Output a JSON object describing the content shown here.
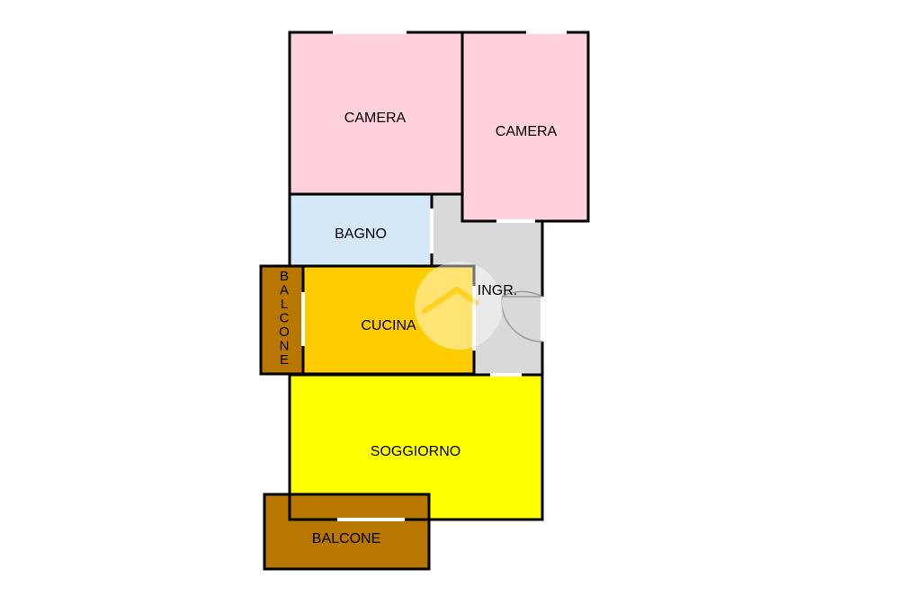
{
  "colors": {
    "camera": "#ffd1dc",
    "bagno": "#d5e8f8",
    "ingresso": "#d9d9d9",
    "cucina": "#ffcc00",
    "soggiorno": "#ffff00",
    "balcone": "#b87800",
    "wall": "#000000"
  },
  "rooms": {
    "camera_1": "CAMERA",
    "camera_2": "CAMERA",
    "bagno": "BAGNO",
    "ingresso": "INGR.",
    "cucina": "CUCINA",
    "soggiorno": "SOGGIORNO",
    "balcone_kitchen": "BALCONE",
    "balcone_living": "BALCONE"
  }
}
